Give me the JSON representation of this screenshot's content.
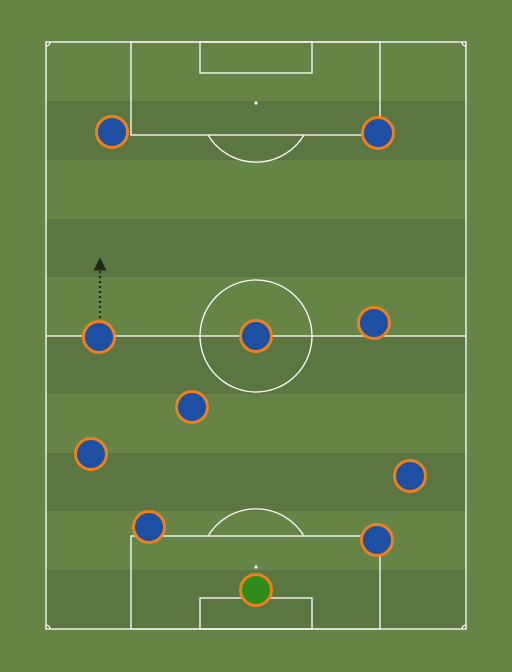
{
  "pitch": {
    "colors": {
      "background": "#668446",
      "stripe_light": "#668446",
      "stripe_dark": "#5b7641",
      "lines": "#ffffff"
    }
  },
  "players": [
    {
      "id": "gk",
      "role": "goalkeeper",
      "color": "#2e8c1a"
    },
    {
      "id": "p2",
      "role": "outfield",
      "color": "#1d4fa3"
    },
    {
      "id": "p3",
      "role": "outfield",
      "color": "#1d4fa3"
    },
    {
      "id": "p4",
      "role": "outfield",
      "color": "#1d4fa3"
    },
    {
      "id": "p5",
      "role": "outfield",
      "color": "#1d4fa3"
    },
    {
      "id": "p6",
      "role": "outfield",
      "color": "#1d4fa3"
    },
    {
      "id": "p7",
      "role": "outfield",
      "color": "#1d4fa3"
    },
    {
      "id": "p8",
      "role": "outfield",
      "color": "#1d4fa3"
    },
    {
      "id": "p9",
      "role": "outfield",
      "color": "#1d4fa3"
    },
    {
      "id": "p10",
      "role": "outfield",
      "color": "#1d4fa3"
    },
    {
      "id": "p11",
      "role": "outfield",
      "color": "#1d4fa3"
    }
  ],
  "player_ring_color": "#ef7f1a",
  "run_arrow": {
    "player": "p4",
    "direction": "up",
    "style": "dotted",
    "color": "#1f2a14"
  }
}
